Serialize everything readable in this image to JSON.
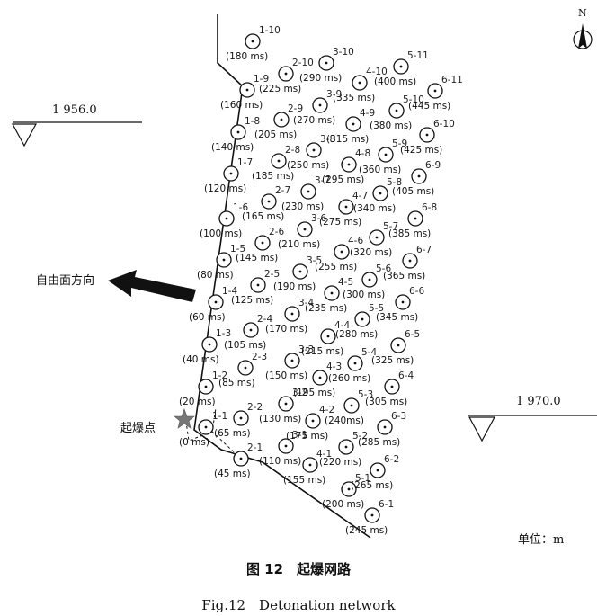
{
  "holes": [
    {
      "id": "1-1",
      "time": "(0 ms)"
    },
    {
      "id": "1-2",
      "time": "(20 ms)"
    },
    {
      "id": "1-3",
      "time": "(40 ms)"
    },
    {
      "id": "1-4",
      "time": "(60 ms)"
    },
    {
      "id": "1-5",
      "time": "(80 ms)"
    },
    {
      "id": "1-6",
      "time": "(100 ms)"
    },
    {
      "id": "1-7",
      "time": "(120 ms)"
    },
    {
      "id": "1-8",
      "time": "(140 ms)"
    },
    {
      "id": "1-9",
      "time": "(160 ms)"
    },
    {
      "id": "1-10",
      "time": "(180 ms)"
    },
    {
      "id": "2-1",
      "time": "(45 ms)"
    },
    {
      "id": "2-2",
      "time": "(65 ms)"
    },
    {
      "id": "2-3",
      "time": "(85 ms)"
    },
    {
      "id": "2-4",
      "time": "(105 ms)"
    },
    {
      "id": "2-5",
      "time": "(125 ms)"
    },
    {
      "id": "2-6",
      "time": "(145 ms)"
    },
    {
      "id": "2-7",
      "time": "(165 ms)"
    },
    {
      "id": "2-8",
      "time": "(185 ms)"
    },
    {
      "id": "2-9",
      "time": "(205 ms)"
    },
    {
      "id": "2-10",
      "time": "(225 ms)"
    },
    {
      "id": "3-1",
      "time": "(110 ms)"
    },
    {
      "id": "3-2",
      "time": "(130 ms)"
    },
    {
      "id": "3-3",
      "time": "(150 ms)"
    },
    {
      "id": "3-4",
      "time": "(170 ms)"
    },
    {
      "id": "3-5",
      "time": "(190 ms)"
    },
    {
      "id": "3-6",
      "time": "(210 ms)"
    },
    {
      "id": "3-7",
      "time": "(230 ms)"
    },
    {
      "id": "3-8",
      "time": "(250 ms)"
    },
    {
      "id": "3-9",
      "time": "(270 ms)"
    },
    {
      "id": "3-10",
      "time": "(290 ms)"
    },
    {
      "id": "4-1",
      "time": "(155 ms)"
    },
    {
      "id": "4-2",
      "time": "(175 ms)"
    },
    {
      "id": "4-3",
      "time": "(195 ms)"
    },
    {
      "id": "4-4",
      "time": "(215 ms)"
    },
    {
      "id": "4-5",
      "time": "(235 ms)"
    },
    {
      "id": "4-6",
      "time": "(255 ms)"
    },
    {
      "id": "4-7",
      "time": "(275 ms)"
    },
    {
      "id": "4-8",
      "time": "(295 ms)"
    },
    {
      "id": "4-9",
      "time": "(315 ms)"
    },
    {
      "id": "4-10",
      "time": "(335 ms)"
    },
    {
      "id": "5-1",
      "time": "(200 ms)"
    },
    {
      "id": "5-2",
      "time": "(220 ms)"
    },
    {
      "id": "5-3",
      "time": "(240ms)"
    },
    {
      "id": "5-4",
      "time": "(260 ms)"
    },
    {
      "id": "5-5",
      "time": "(280 ms)"
    },
    {
      "id": "5-6",
      "time": "(300 ms)"
    },
    {
      "id": "5-7",
      "time": "(320 ms)"
    },
    {
      "id": "5-8",
      "time": "(340 ms)"
    },
    {
      "id": "5-9",
      "time": "(360 ms)"
    },
    {
      "id": "5-10",
      "time": "(380 ms)"
    },
    {
      "id": "5-11",
      "time": "(400 ms)"
    },
    {
      "id": "6-1",
      "time": "(245 ms)"
    },
    {
      "id": "6-2",
      "time": "(265 ms)"
    },
    {
      "id": "6-3",
      "time": "(285 ms)"
    },
    {
      "id": "6-4",
      "time": "(305 ms)"
    },
    {
      "id": "6-5",
      "time": "(325 ms)"
    },
    {
      "id": "6-6",
      "time": "(345 ms)"
    },
    {
      "id": "6-7",
      "time": "(365 ms)"
    },
    {
      "id": "6-8",
      "time": "(385 ms)"
    },
    {
      "id": "6-9",
      "time": "(405 ms)"
    },
    {
      "id": "6-10",
      "time": "(425 ms)"
    },
    {
      "id": "6-11",
      "time": "(445 ms)"
    }
  ],
  "elevation_left": "1 956.0",
  "elevation_right": "1 970.0",
  "free_face_label": "自由面方向",
  "start_point_label": "起爆点",
  "north_label": "N",
  "unit_label": "单位：m",
  "caption_cn": "图 12　起爆网路",
  "caption_en": "Fig.12　Detonation network"
}
